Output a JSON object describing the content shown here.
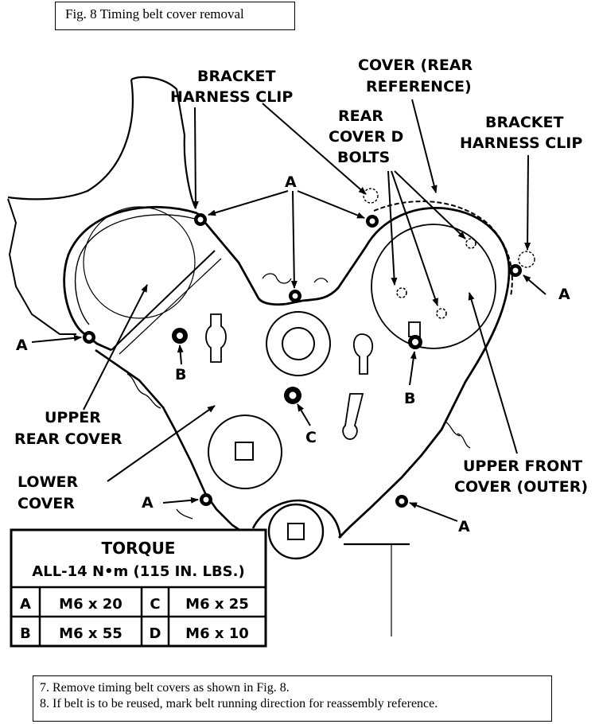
{
  "figure": {
    "title": "Fig. 8 Timing belt cover removal"
  },
  "labels": {
    "bracket_harness_clip_left": [
      "BRACKET",
      "HARNESS CLIP"
    ],
    "cover_rear_reference": [
      "COVER (REAR",
      "REFERENCE)"
    ],
    "rear_cover_d_bolts": [
      "REAR",
      "COVER D",
      "BOLTS"
    ],
    "bracket_harness_clip_right": [
      "BRACKET",
      "HARNESS CLIP"
    ],
    "upper_rear_cover": [
      "UPPER",
      "REAR COVER"
    ],
    "lower_cover": [
      "LOWER",
      "COVER"
    ],
    "upper_front_cover": [
      "UPPER FRONT",
      "COVER (OUTER)"
    ],
    "callout_a": "A",
    "callout_b": "B",
    "callout_c": "C"
  },
  "torque_table": {
    "title": "TORQUE",
    "subtitle": "ALL-14 N•m (115 IN. LBS.)",
    "rows": [
      [
        "A",
        "M6 x 20",
        "C",
        "M6 x 25"
      ],
      [
        "B",
        "M6 x 55",
        "D",
        "M6 x 10"
      ]
    ]
  },
  "notes": [
    "7. Remove timing belt covers as shown in Fig. 8.",
    "8. If belt is to be reused, mark belt running direction for reassembly reference."
  ]
}
